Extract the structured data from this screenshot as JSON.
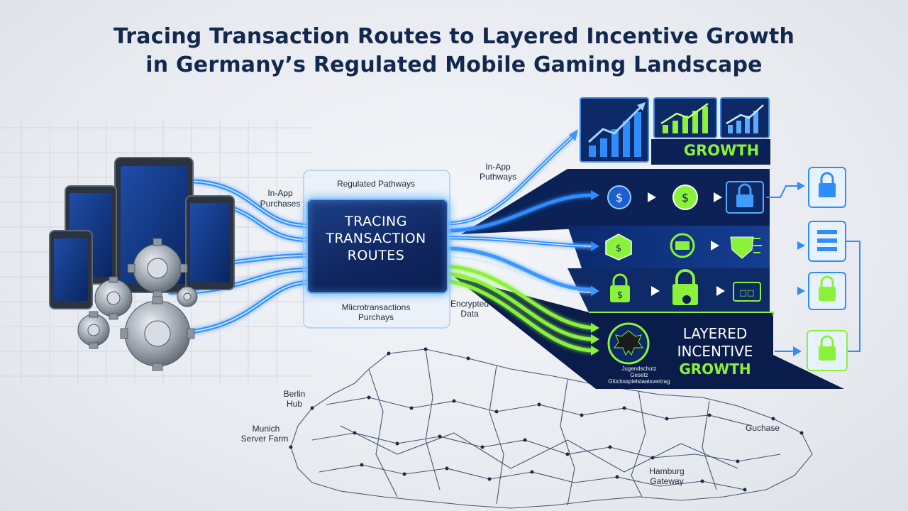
{
  "title": {
    "line1": "Tracing Transaction Routes to Layered Incentive Growth",
    "line2": "in Germany’s Regulated Mobile Gaming Landscape"
  },
  "center_panel": {
    "heading": "TRACING TRANSACTION ROUTES",
    "top_label": "Regulated Pathways",
    "bottom_label_1": "Mlicrotransactions",
    "bottom_label_2": "Purchays"
  },
  "labels": {
    "in_app_purchases": [
      "In-App",
      "Purchases"
    ],
    "in_app_pathways": [
      "In-App",
      "Puthways"
    ],
    "encrypted_data": [
      "Encrypted",
      "Data"
    ]
  },
  "growth": {
    "label": "GROWTH"
  },
  "layered": {
    "line1": "LAYERED",
    "line2": "INCENTIVE",
    "line3": "GROWTH"
  },
  "seal": {
    "line1": "Jugendschutz",
    "line2": "Gesetz",
    "line3": "Glücksspielstaatsvertrag"
  },
  "map_labels": {
    "berlin": [
      "Berlin",
      "Hub"
    ],
    "munich": [
      "Munich",
      "Server Farm"
    ],
    "guchase": [
      "Guchase"
    ],
    "hamburg": [
      "Hamburg",
      "Gateway"
    ]
  },
  "colors": {
    "title": "#13284f",
    "navy": "#0e2458",
    "route_blue": "#2f8cff",
    "route_glow": "#8fd0ff",
    "accent_green": "#8af23a"
  },
  "icons": [
    "smartphone-icon",
    "tablet-icon",
    "gear-icon",
    "bar-chart-icon",
    "coin-badge-icon",
    "lock-icon",
    "money-lock-icon",
    "shield-icon",
    "eagle-seal-icon"
  ]
}
